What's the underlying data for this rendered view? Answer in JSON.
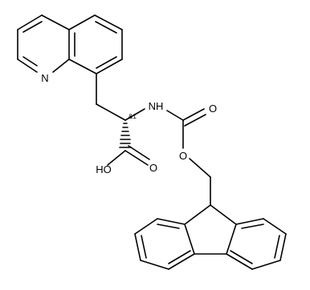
{
  "molecule": {
    "atom_labels": {
      "quinoline_n": "N",
      "amide_nh": "NH",
      "carbonyl_o": "O",
      "ester_o": "O",
      "acid_oh": "HO",
      "acid_o": "O"
    },
    "stereo_label": "&1"
  },
  "colors": {
    "bond": "#000000",
    "background": "#ffffff"
  }
}
